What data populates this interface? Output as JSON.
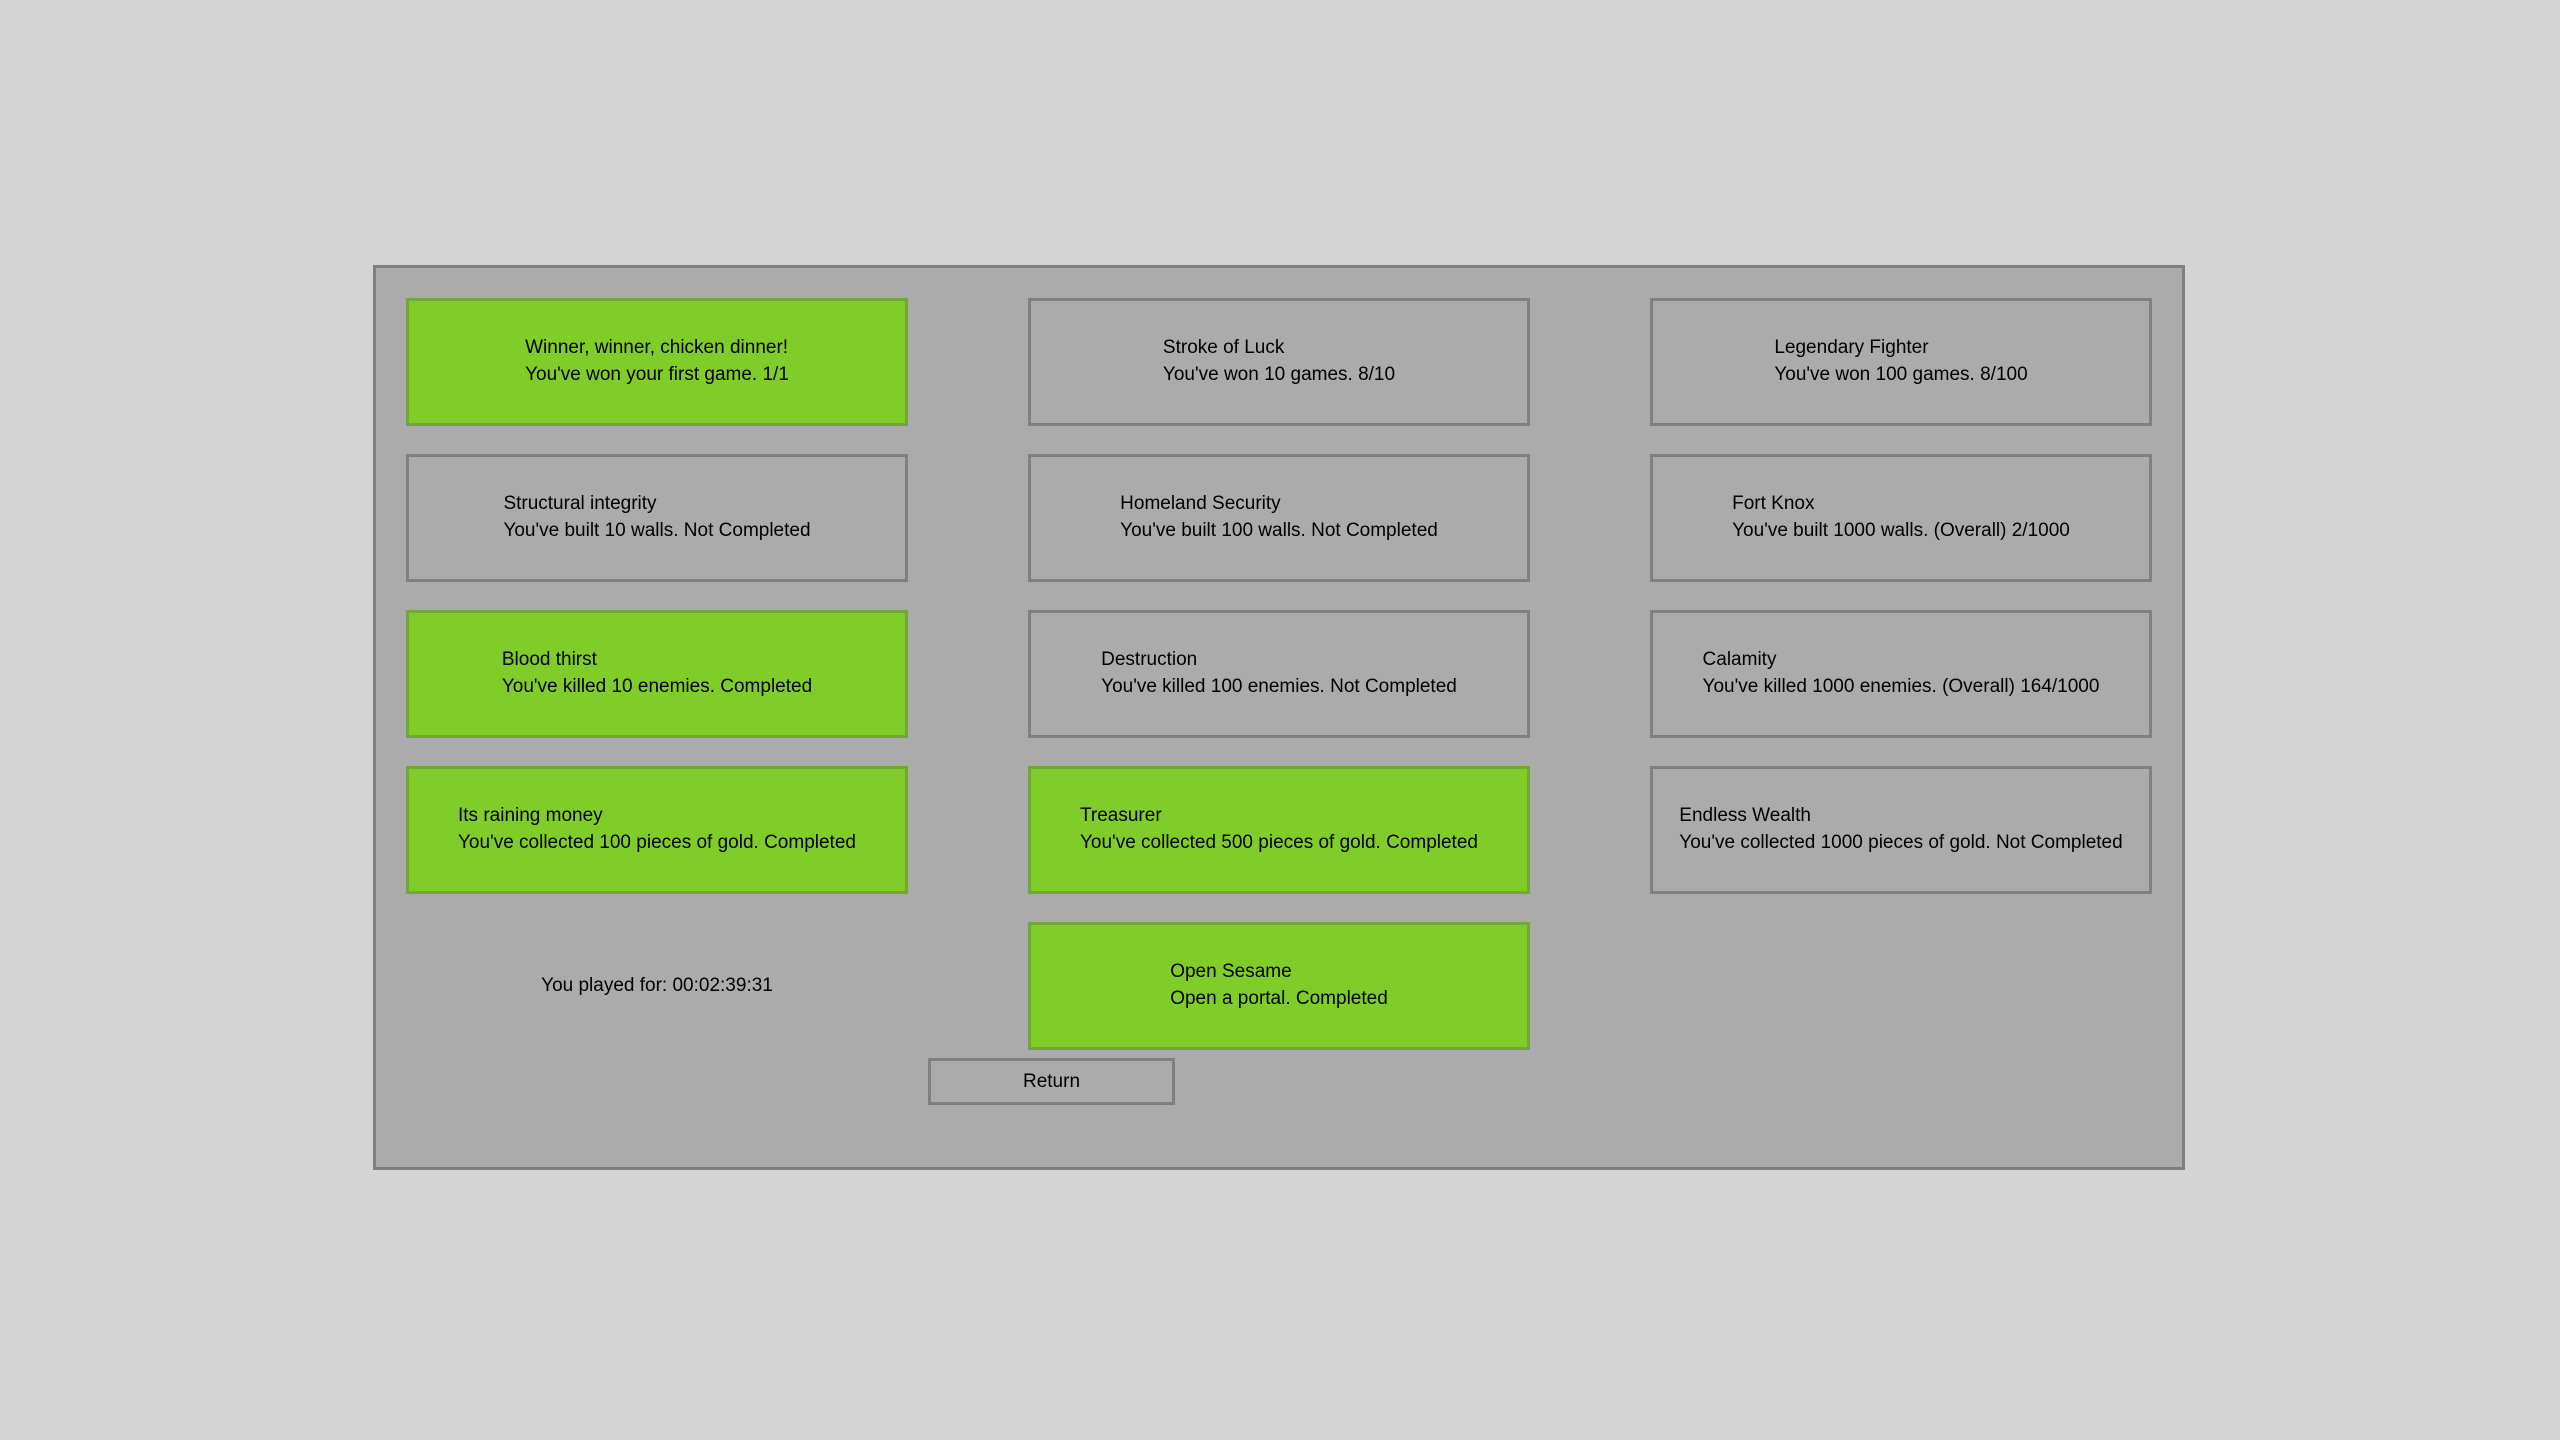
{
  "theme": {
    "page_background": "#d4d4d4",
    "panel_background": "#ababab",
    "panel_border": "#808080",
    "unlocked_background": "#80cc28",
    "unlocked_border": "#72a635",
    "text_color": "#000000"
  },
  "achievements": [
    {
      "title": "Winner, winner, chicken dinner!",
      "description": "You've won your first game. 1/1",
      "state": "unlocked"
    },
    {
      "title": "Stroke of Luck",
      "description": "You've won 10 games. 8/10",
      "state": "locked"
    },
    {
      "title": "Legendary Fighter",
      "description": "You've won 100 games. 8/100",
      "state": "locked"
    },
    {
      "title": "Structural integrity",
      "description": "You've built 10 walls. Not Completed",
      "state": "locked"
    },
    {
      "title": "Homeland Security",
      "description": "You've built 100 walls. Not Completed",
      "state": "locked"
    },
    {
      "title": "Fort Knox",
      "description": "You've built 1000 walls. (Overall) 2/1000",
      "state": "locked"
    },
    {
      "title": "Blood thirst",
      "description": "You've killed 10 enemies. Completed",
      "state": "unlocked"
    },
    {
      "title": "Destruction",
      "description": "You've killed 100 enemies. Not Completed",
      "state": "locked"
    },
    {
      "title": "Calamity",
      "description": "You've killed 1000 enemies. (Overall) 164/1000",
      "state": "locked"
    },
    {
      "title": "Its raining money",
      "description": "You've collected 100 pieces of gold. Completed",
      "state": "unlocked"
    },
    {
      "title": "Treasurer",
      "description": "You've collected 500 pieces of gold. Completed",
      "state": "unlocked"
    },
    {
      "title": "Endless Wealth",
      "description": "You've collected 1000 pieces of gold. Not Completed",
      "state": "locked"
    },
    {
      "title": "Open Sesame",
      "description": "Open a portal. Completed",
      "state": "unlocked"
    }
  ],
  "playtime": {
    "label": "You played for: 00:02:39:31"
  },
  "footer": {
    "return_label": "Return"
  }
}
